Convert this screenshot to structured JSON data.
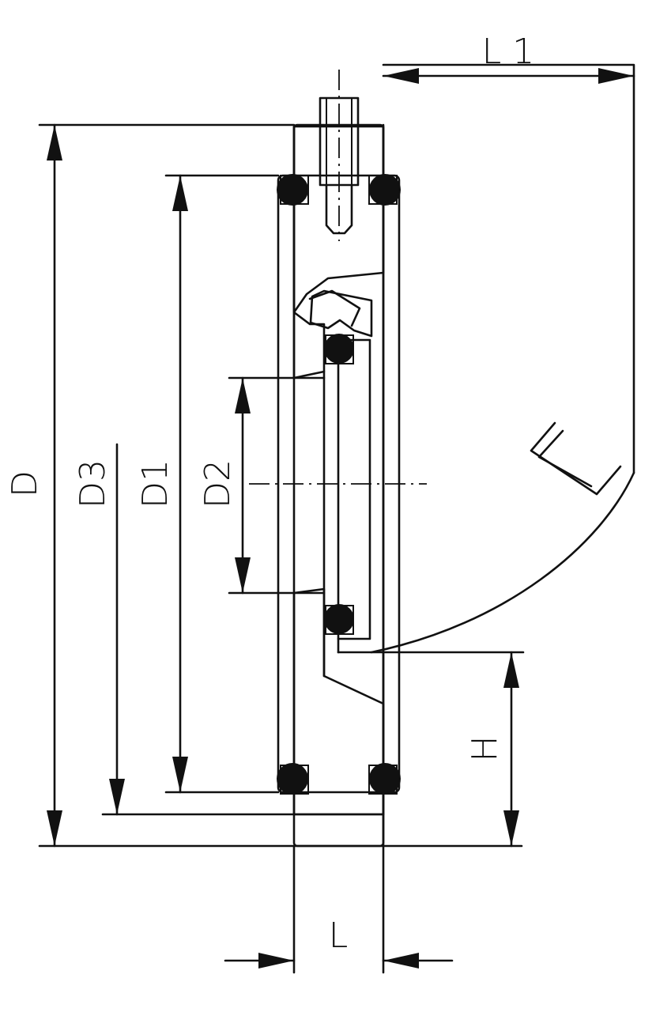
{
  "drawing": {
    "labels": {
      "L1": "L 1",
      "D": "D",
      "D3": "D3",
      "D1": "D1",
      "D2": "D2",
      "H": "H",
      "L": "L"
    }
  }
}
